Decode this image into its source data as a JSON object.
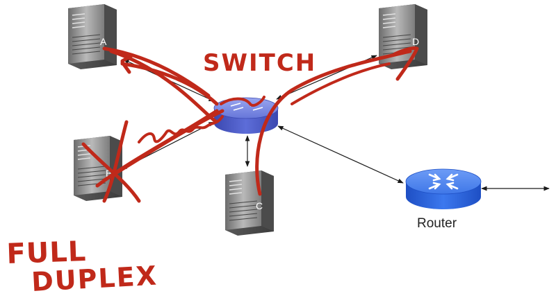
{
  "nodes": {
    "a": {
      "label": "A"
    },
    "b": {
      "label": "B"
    },
    "c": {
      "label": "C"
    },
    "d": {
      "label": "D"
    }
  },
  "router": {
    "label": "Router"
  },
  "annotations": {
    "switch": "SWITCH",
    "full": "FULL",
    "duplex": "DUPLEX"
  },
  "colors": {
    "ink": "#c0291a",
    "switch": "#5d6dd8",
    "router": "#2f64e0",
    "server": "#8a8a8a"
  }
}
